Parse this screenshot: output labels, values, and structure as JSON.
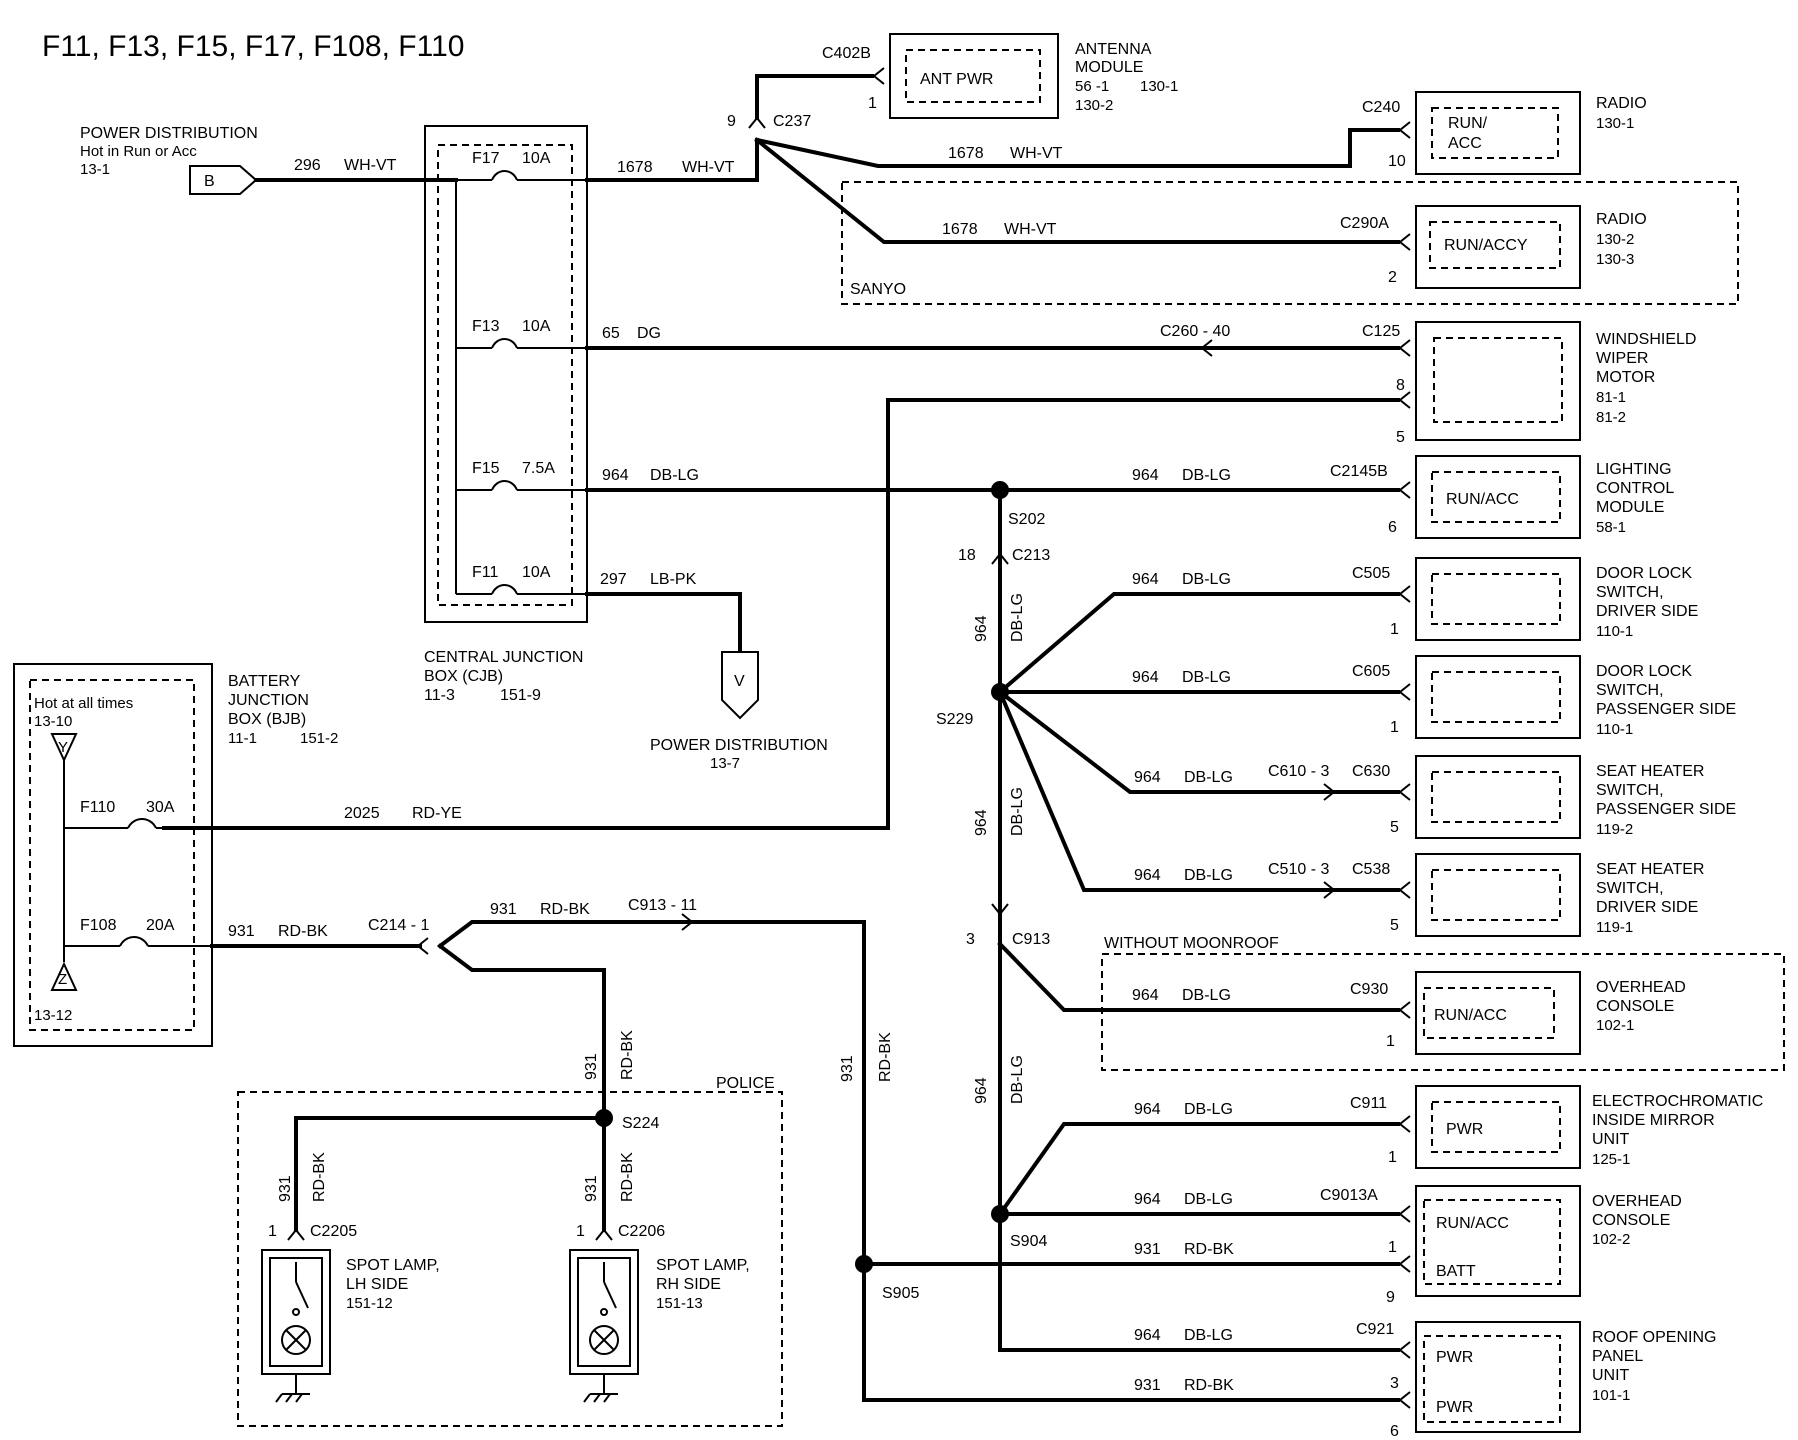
{
  "title": "F11, F13, F15, F17, F108, F110",
  "power_distribution_top": {
    "label": "POWER DISTRIBUTION",
    "sub": "Hot in Run or Acc",
    "ref": "13-1",
    "tag": "B"
  },
  "wire_296": {
    "num": "296",
    "color": "WH-VT"
  },
  "cjb": {
    "fuse_f17": {
      "id": "F17",
      "amp": "10A"
    },
    "fuse_f13": {
      "id": "F13",
      "amp": "10A"
    },
    "fuse_f15": {
      "id": "F15",
      "amp": "7.5A"
    },
    "fuse_f11": {
      "id": "F11",
      "amp": "10A"
    },
    "label1": "CENTRAL  JUNCTION",
    "label2": "BOX (CJB)",
    "ref1": "11-3",
    "ref2": "151-9"
  },
  "wire_1678": {
    "num": "1678",
    "color": "WH-VT"
  },
  "c237": {
    "id": "C237",
    "pin": "9"
  },
  "c402b": {
    "id": "C402B",
    "pin": "1",
    "box": "ANT PWR"
  },
  "antenna": {
    "l1": "ANTENNA",
    "l2": "MODULE",
    "r1": "56 -1",
    "r2": "130-1",
    "r3": "130-2"
  },
  "radio1": {
    "conn": "C240",
    "pin": "10",
    "box1": "RUN/",
    "box2": "ACC",
    "l1": "RADIO",
    "r1": "130-1"
  },
  "radio2": {
    "conn": "C290A",
    "pin": "2",
    "box": "RUN/ACCY",
    "l1": "RADIO",
    "r1": "130-2",
    "r2": "130-3",
    "group": "SANYO"
  },
  "wire_65": {
    "num": "65",
    "color": "DG"
  },
  "c260": "C260  -  40",
  "wiper": {
    "conn": "C125",
    "pin8": "8",
    "pin5": "5",
    "l1": "WINDSHIELD",
    "l2": "WIPER",
    "l3": "MOTOR",
    "r1": "81-1",
    "r2": "81-2"
  },
  "wire_964": {
    "num": "964",
    "color": "DB-LG"
  },
  "s202": "S202",
  "c213": {
    "id": "C213",
    "pin": "18"
  },
  "lcm": {
    "conn": "C2145B",
    "pin": "6",
    "box": "RUN/ACC",
    "l1": "LIGHTING",
    "l2": "CONTROL",
    "l3": "MODULE",
    "r1": "58-1"
  },
  "wire_297": {
    "num": "297",
    "color": "LB-PK"
  },
  "power_distribution_bottom": {
    "tag": "V",
    "label": "POWER DISTRIBUTION",
    "ref": "13-7"
  },
  "s229": "S229",
  "door_driver": {
    "conn": "C505",
    "pin": "1",
    "l1": "DOOR LOCK",
    "l2": "SWITCH,",
    "l3": "DRIVER SIDE",
    "r1": "110-1"
  },
  "door_pass": {
    "conn": "C605",
    "pin": "1",
    "l1": "DOOR LOCK",
    "l2": "SWITCH,",
    "l3": "PASSENGER SIDE",
    "r1": "110-1"
  },
  "seat_pass": {
    "conn1": "C610  -  3",
    "conn2": "C630",
    "pin": "5",
    "l1": "SEAT HEATER",
    "l2": "SWITCH,",
    "l3": "PASSENGER SIDE",
    "r1": "119-2"
  },
  "seat_driver": {
    "conn1": "C510  -  3",
    "conn2": "C538",
    "pin": "5",
    "l1": "SEAT HEATER",
    "l2": "SWITCH,",
    "l3": "DRIVER SIDE",
    "r1": "119-1"
  },
  "c913_top": {
    "id": "C913",
    "pin": "3"
  },
  "moonroof": "WITHOUT MOONROOF",
  "overhead1": {
    "conn": "C930",
    "pin": "1",
    "box": "RUN/ACC",
    "l1": "OVERHEAD",
    "l2": "CONSOLE",
    "r1": "102-1"
  },
  "mirror": {
    "conn": "C911",
    "pin": "1",
    "box": "PWR",
    "l1": "ELECTROCHROMATIC",
    "l2": "INSIDE MIRROR",
    "l3": "UNIT",
    "r1": "125-1"
  },
  "s904": "S904",
  "overhead2": {
    "conn": "C9013A",
    "pin1": "1",
    "pin9": "9",
    "box1": "RUN/ACC",
    "box2": "BATT",
    "l1": "OVERHEAD",
    "l2": "CONSOLE",
    "r1": "102-2"
  },
  "wire_931": {
    "num": "931",
    "color": "RD-BK"
  },
  "roof": {
    "conn": "C921",
    "pin3": "3",
    "pin6": "6",
    "box1": "PWR",
    "box2": "PWR",
    "l1": "ROOF OPENING",
    "l2": "PANEL",
    "l3": "UNIT",
    "r1": "101-1"
  },
  "bjb": {
    "l1": "BATTERY",
    "l2": "JUNCTION",
    "l3": "BOX (BJB)",
    "r1": "11-1",
    "r2": "151-2",
    "hot": "Hot at all times",
    "ref_top": "13-10",
    "ref_bot": "13-12",
    "tag_top": "Y",
    "tag_bot": "Z",
    "fuse_f110": {
      "id": "F110",
      "amp": "30A"
    },
    "fuse_f108": {
      "id": "F108",
      "amp": "20A"
    }
  },
  "wire_2025": {
    "num": "2025",
    "color": "RD-YE"
  },
  "c214": "C214  -  1",
  "c913_11": "C913  -  11",
  "s224": "S224",
  "s905": "S905",
  "police": "POLICE",
  "spot_lh": {
    "conn": "C2205",
    "pin": "1",
    "l1": "SPOT LAMP,",
    "l2": "LH SIDE",
    "r1": "151-12"
  },
  "spot_rh": {
    "conn": "C2206",
    "pin": "1",
    "l1": "SPOT LAMP,",
    "l2": "RH SIDE",
    "r1": "151-13"
  }
}
